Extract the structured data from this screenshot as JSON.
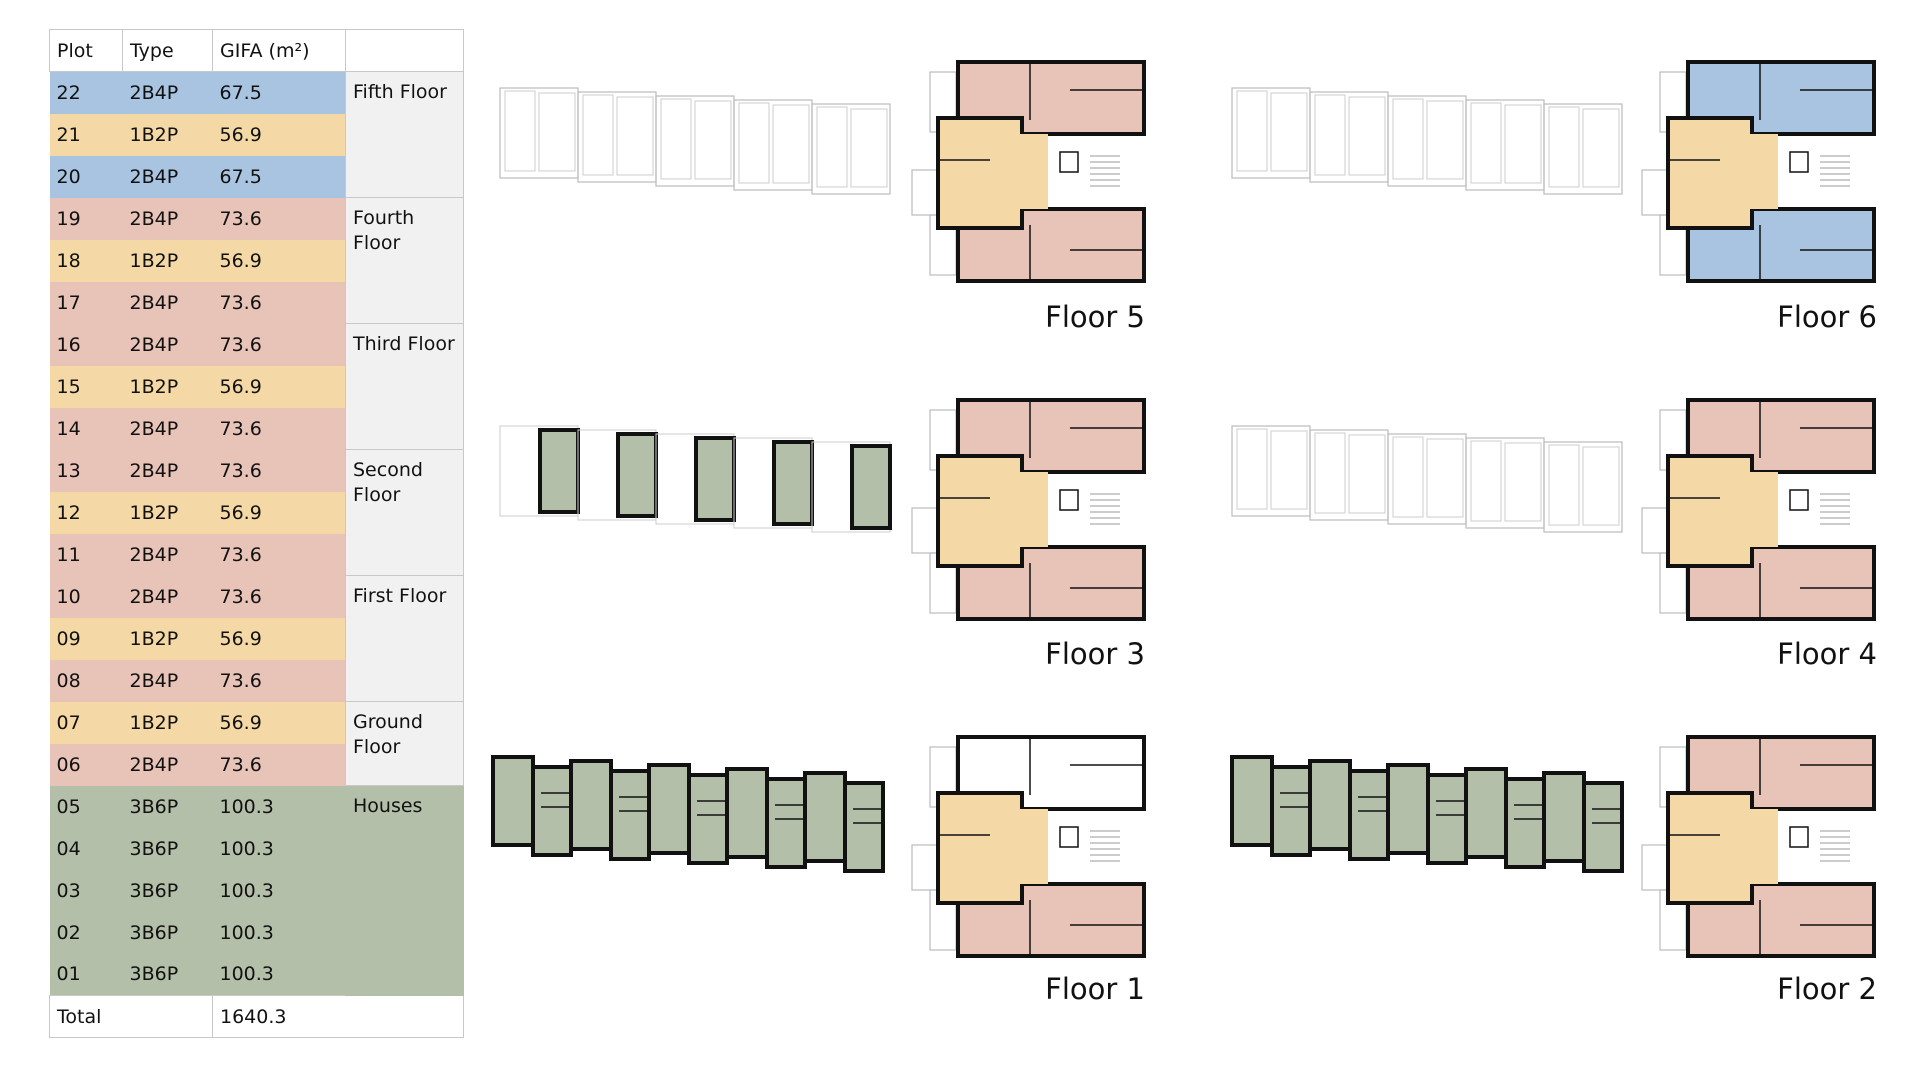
{
  "table": {
    "headers": [
      "Plot",
      "Type",
      "GIFA (m²)",
      ""
    ],
    "rows": [
      {
        "plot": "22",
        "type": "2B4P",
        "gifa": "67.5",
        "color": "#a9c4e0"
      },
      {
        "plot": "21",
        "type": "1B2P",
        "gifa": "56.9",
        "color": "#f4d9a6"
      },
      {
        "plot": "20",
        "type": "2B4P",
        "gifa": "67.5",
        "color": "#a9c4e0"
      },
      {
        "plot": "19",
        "type": "2B4P",
        "gifa": "73.6",
        "color": "#e8c3b8"
      },
      {
        "plot": "18",
        "type": "1B2P",
        "gifa": "56.9",
        "color": "#f4d9a6"
      },
      {
        "plot": "17",
        "type": "2B4P",
        "gifa": "73.6",
        "color": "#e8c3b8"
      },
      {
        "plot": "16",
        "type": "2B4P",
        "gifa": "73.6",
        "color": "#e8c3b8"
      },
      {
        "plot": "15",
        "type": "1B2P",
        "gifa": "56.9",
        "color": "#f4d9a6"
      },
      {
        "plot": "14",
        "type": "2B4P",
        "gifa": "73.6",
        "color": "#e8c3b8"
      },
      {
        "plot": "13",
        "type": "2B4P",
        "gifa": "73.6",
        "color": "#e8c3b8"
      },
      {
        "plot": "12",
        "type": "1B2P",
        "gifa": "56.9",
        "color": "#f4d9a6"
      },
      {
        "plot": "11",
        "type": "2B4P",
        "gifa": "73.6",
        "color": "#e8c3b8"
      },
      {
        "plot": "10",
        "type": "2B4P",
        "gifa": "73.6",
        "color": "#e8c3b8"
      },
      {
        "plot": "09",
        "type": "1B2P",
        "gifa": "56.9",
        "color": "#f4d9a6"
      },
      {
        "plot": "08",
        "type": "2B4P",
        "gifa": "73.6",
        "color": "#e8c3b8"
      },
      {
        "plot": "07",
        "type": "1B2P",
        "gifa": "56.9",
        "color": "#f4d9a6"
      },
      {
        "plot": "06",
        "type": "2B4P",
        "gifa": "73.6",
        "color": "#e8c3b8"
      },
      {
        "plot": "05",
        "type": "3B6P",
        "gifa": "100.3",
        "color": "#b4bfaa"
      },
      {
        "plot": "04",
        "type": "3B6P",
        "gifa": "100.3",
        "color": "#b4bfaa"
      },
      {
        "plot": "03",
        "type": "3B6P",
        "gifa": "100.3",
        "color": "#b4bfaa"
      },
      {
        "plot": "02",
        "type": "3B6P",
        "gifa": "100.3",
        "color": "#b4bfaa"
      },
      {
        "plot": "01",
        "type": "3B6P",
        "gifa": "100.3",
        "color": "#b4bfaa"
      }
    ],
    "groups": [
      {
        "label": "Fifth Floor",
        "span": 3
      },
      {
        "label": "Fourth Floor",
        "span": 3
      },
      {
        "label": "Third Floor",
        "span": 3
      },
      {
        "label": "Second Floor",
        "span": 3
      },
      {
        "label": "First Floor",
        "span": 3
      },
      {
        "label": "Ground Floor",
        "span": 2
      },
      {
        "label": "Houses",
        "span": 5
      }
    ],
    "total_label": "Total",
    "total_value": "1640.3"
  },
  "plans": {
    "floor5": {
      "label": "Floor 5",
      "top": "#e8c3b8",
      "left": "#f4d9a6",
      "bottom": "#e8c3b8",
      "strip": "outline"
    },
    "floor6": {
      "label": "Floor 6",
      "top": "#a9c4e0",
      "left": "#f4d9a6",
      "bottom": "#a9c4e0",
      "strip": "outline"
    },
    "floor3": {
      "label": "Floor 3",
      "top": "#e8c3b8",
      "left": "#f4d9a6",
      "bottom": "#e8c3b8",
      "strip": "partial"
    },
    "floor4": {
      "label": "Floor 4",
      "top": "#e8c3b8",
      "left": "#f4d9a6",
      "bottom": "#e8c3b8",
      "strip": "outline"
    },
    "floor1": {
      "label": "Floor 1",
      "top": "#ffffff",
      "left": "#f4d9a6",
      "bottom": "#e8c3b8",
      "strip": "houses"
    },
    "floor2": {
      "label": "Floor 2",
      "top": "#e8c3b8",
      "left": "#f4d9a6",
      "bottom": "#e8c3b8",
      "strip": "houses"
    }
  },
  "colors": {
    "house": "#b4bfaa",
    "wall": "#111111",
    "floor_cell": "#f1f1f1"
  }
}
